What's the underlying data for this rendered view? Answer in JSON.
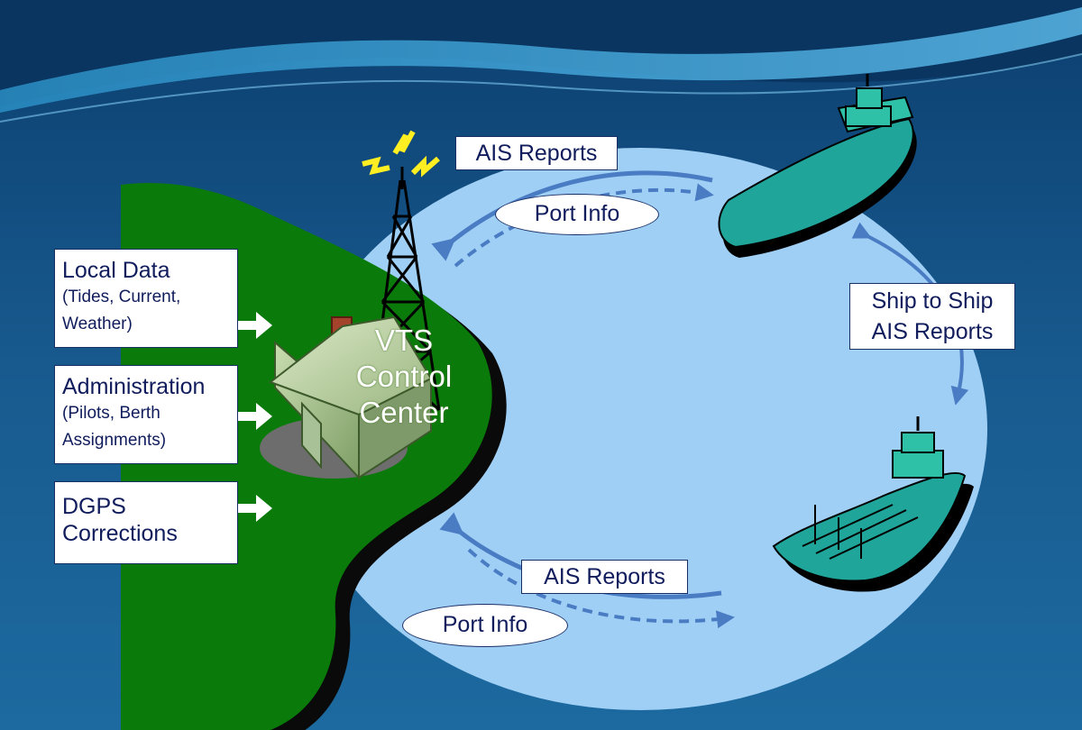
{
  "source_boxes": [
    {
      "title": "Local Data",
      "detail_lines": [
        "(Tides, Current,",
        "Weather)"
      ]
    },
    {
      "title": "Administration",
      "detail_lines": [
        "(Pilots, Berth",
        "Assignments)"
      ]
    },
    {
      "title_lines": [
        "DGPS",
        "Corrections"
      ]
    }
  ],
  "control_center": {
    "lines": [
      "VTS",
      "Control",
      "Center"
    ]
  },
  "top_exchange": {
    "reports_label": "AIS Reports",
    "info_label": "Port Info"
  },
  "bottom_exchange": {
    "reports_label": "AIS Reports",
    "info_label": "Port Info"
  },
  "ship_to_ship": {
    "lines": [
      "Ship to Ship",
      "AIS Reports"
    ]
  },
  "colors": {
    "background": "#134a78",
    "water": "#9fcff5",
    "land": "#0a7a0a",
    "arrow": "#4a7cc4",
    "ship_hull": "#1fa59a",
    "signal": "#ffee22"
  }
}
